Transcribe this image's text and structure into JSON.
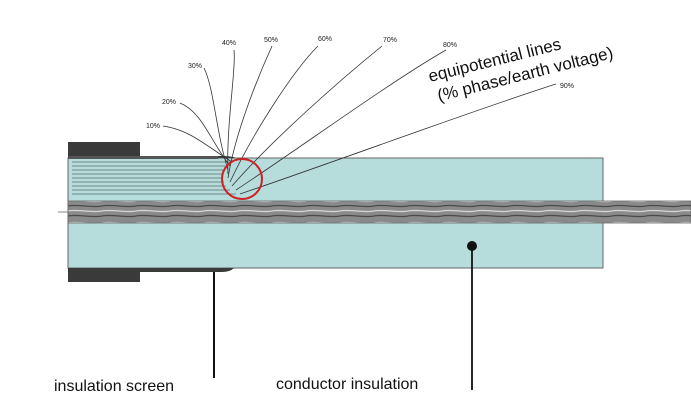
{
  "diagram": {
    "title": {
      "line1": "equipotential lines",
      "line2": "(% phase/earth voltage)"
    },
    "percent_labels": {
      "p10": "10%",
      "p20": "20%",
      "p30": "30%",
      "p40": "40%",
      "p50": "50%",
      "p60": "60%",
      "p70": "70%",
      "p80": "80%",
      "p90": "90%"
    },
    "captions": {
      "insulation_screen": "insulation screen",
      "conductor_insulation": "conductor insulation"
    },
    "colors": {
      "insulation": "#b6dcdc",
      "screen": "#3a3a3a",
      "conductor": "#7d7d7d",
      "stress_circle": "#cc2222",
      "lines": "#333333"
    }
  }
}
